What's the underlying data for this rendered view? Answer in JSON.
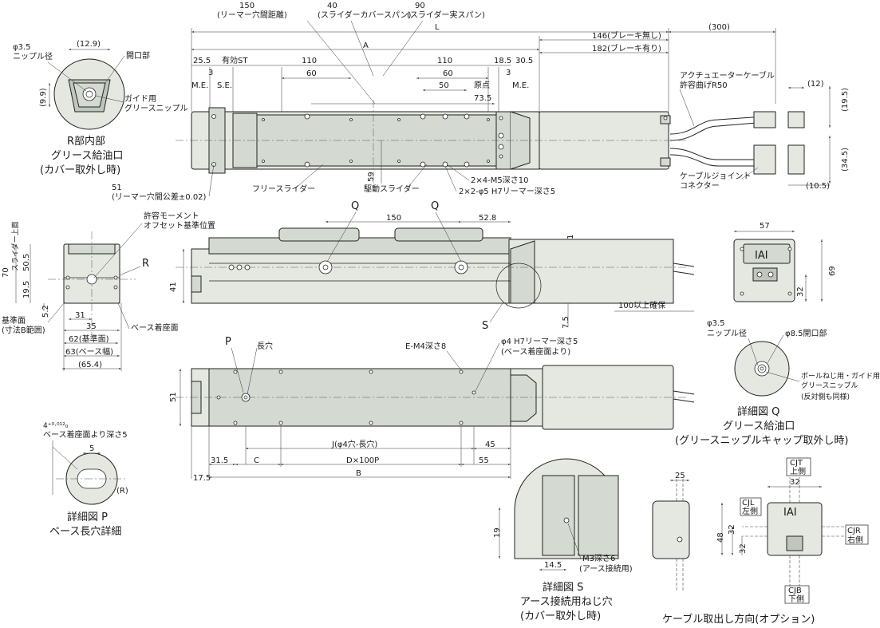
{
  "top_dims": {
    "d150": "150",
    "d150_note": "(リーマー穴間距離)",
    "d40": "40",
    "d40_note": "(スライダーカバースパン)",
    "d90": "90",
    "d90_note": "(スライダー実スパン)",
    "dA": "A",
    "dL": "L",
    "d146": "146(ブレーキ無し)",
    "d182": "182(ブレーキ有り)",
    "d300": "(300)",
    "d25_5": "25.5",
    "d3a": "3",
    "eff_st": "有効ST",
    "d110a": "110",
    "d110b": "110",
    "d60a": "60",
    "d60b": "60",
    "d50": "50",
    "d18_5": "18.5",
    "d30_5": "30.5",
    "d3b": "3",
    "me1": "M.E.",
    "se": "S.E.",
    "origin": "原点",
    "me2": "M.E.",
    "d73_5": "73.5",
    "d59": "59",
    "d51": "51",
    "d51_note": "(リーマー穴間公差±0.02)",
    "free_slider": "フリースライダー",
    "drive_slider": "駆動スライダー",
    "hole_m5": "2×4-M5深さ10",
    "hole_h7": "2×2-φ5 H7リーマー深さ5",
    "cable_bend": "アクチュエーターケーブル",
    "cable_bend2": "許容曲げR50",
    "d12": "(12)",
    "d19_5": "(19.5)",
    "d34_5": "(34.5)",
    "d10_5": "(10.5)",
    "joint": "ケーブルジョイント",
    "joint2": "コネクター"
  },
  "detail_r": {
    "phi": "φ3.5",
    "nipple_dia": "ニップル径",
    "d12_9": "(12.9)",
    "opening": "開口部",
    "d9_9": "(9.9)",
    "guide": "ガイド用",
    "guide2": "グリースニップル",
    "title1": "R部内部",
    "title2": "グリース給油口",
    "title3": "(カバー取外し時)"
  },
  "side": {
    "moment1": "許容モーメント",
    "moment2": "オフセット基準位置",
    "r_label": "R",
    "d70": "70",
    "d70_note": "スライダー上面",
    "d50_5": "50.5",
    "d19_5": "19.5",
    "d5_2": "5.2",
    "base_ref": "基準面",
    "base_ref2": "(寸法B範囲)",
    "d31": "31",
    "d35": "35",
    "d62": "62(基準面)",
    "d63": "63(ベース幅)",
    "d65_4": "(65.4)",
    "base_seat": "ベース着座面"
  },
  "front": {
    "q1": "Q",
    "q2": "Q",
    "d150": "150",
    "d52_8": "52.8",
    "d1": "1",
    "d41": "41",
    "d7_5": "7.5",
    "s_label": "S",
    "d100": "100以上確保"
  },
  "end_view": {
    "d57": "57",
    "d69": "69",
    "d32": "32",
    "logo": "IAI"
  },
  "bottom": {
    "p_label": "P",
    "long_hole": "長穴",
    "em4": "E-M4深さ8",
    "phi4": "φ4 H7リーマー深さ5",
    "phi4_note": "(ベース着座面より)",
    "d51": "51",
    "dJ": "J(φ4穴-長穴)",
    "d45": "45",
    "d31_5": "31.5",
    "dC": "C",
    "dD": "D×100P",
    "d55": "55",
    "d17_5": "17.5",
    "dB": "B"
  },
  "detail_q": {
    "phi3_5": "φ3.5",
    "nipple": "ニップル径",
    "phi8_5": "φ8.5開口部",
    "ball": "ボールねじ用・ガイド用",
    "grease": "グリースニップル",
    "opp": "(反対側も同様)",
    "title1": "詳細図 Q",
    "title2": "グリース給油口",
    "title3": "(グリースニップルキャップ取外し時)"
  },
  "detail_p": {
    "tol": "4⁺⁰·⁰¹²₀",
    "depth": "ベース着座面より深さ5",
    "d5": "5",
    "r": "(R)",
    "title1": "詳細図 P",
    "title2": "ベース長穴詳細"
  },
  "detail_s": {
    "d19": "19",
    "d14_5": "14.5",
    "m3": "M3深さ6",
    "earth": "(アース接続用)",
    "title1": "詳細図 S",
    "title2": "アース接続用ねじ穴",
    "title3": "(カバー取外し時)"
  },
  "cable_dir": {
    "d25": "25",
    "d32a": "32",
    "d48": "48",
    "d32b": "32",
    "d32c": "32",
    "cjt": "CJT",
    "cjt2": "上側",
    "cjl": "CJL",
    "cjl2": "左側",
    "cjr": "CJR",
    "cjr2": "右側",
    "cjb": "CJB",
    "cjb2": "下側",
    "title": "ケーブル取出し方向(オプション)"
  }
}
